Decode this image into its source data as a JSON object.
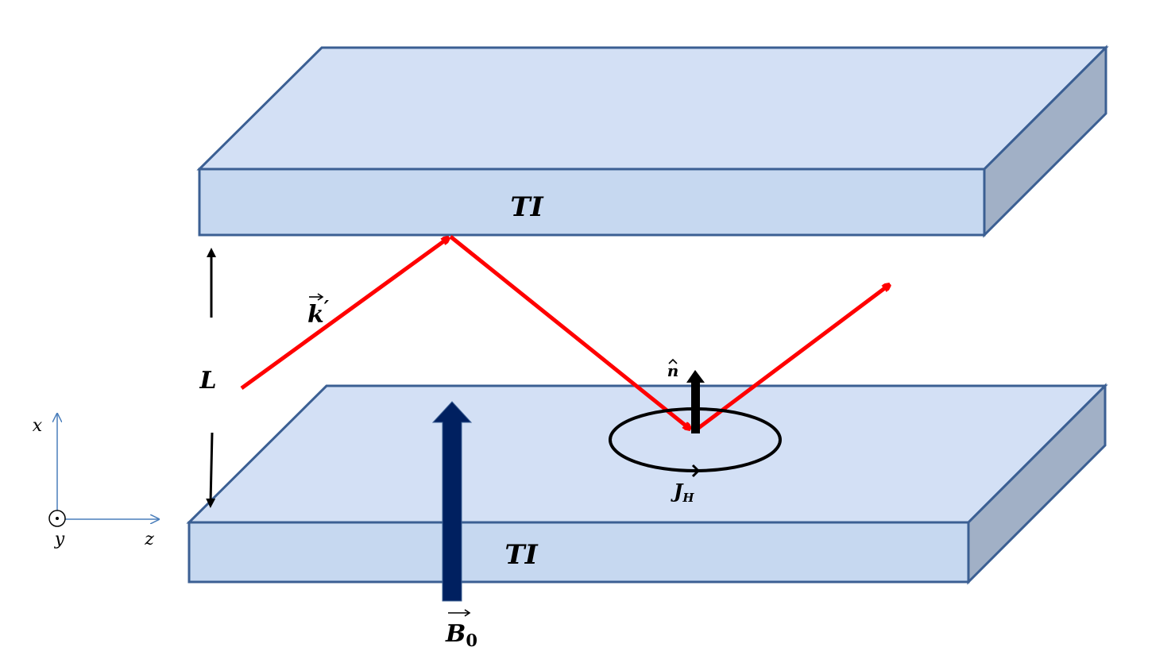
{
  "top_slab": {
    "label": "TI"
  },
  "bottom_slab": {
    "label": "TI"
  },
  "gap": {
    "label": "L"
  },
  "wave_vector": {
    "label": "k",
    "prime": "′"
  },
  "magnetic_field": {
    "label": "B",
    "subscript": "0"
  },
  "normal": {
    "label": "n"
  },
  "current": {
    "label": "J",
    "subscript": "H"
  },
  "axes": {
    "x": "x",
    "y": "y",
    "z": "z"
  },
  "colors": {
    "slab_face": "#d3e0f5",
    "slab_front": "#c6d8f0",
    "slab_side": "#a1b0c6",
    "slab_edge": "#3b5f93",
    "ray": "#ff0000",
    "field_arrow": "#002060",
    "axis": "#4a7ebb"
  }
}
